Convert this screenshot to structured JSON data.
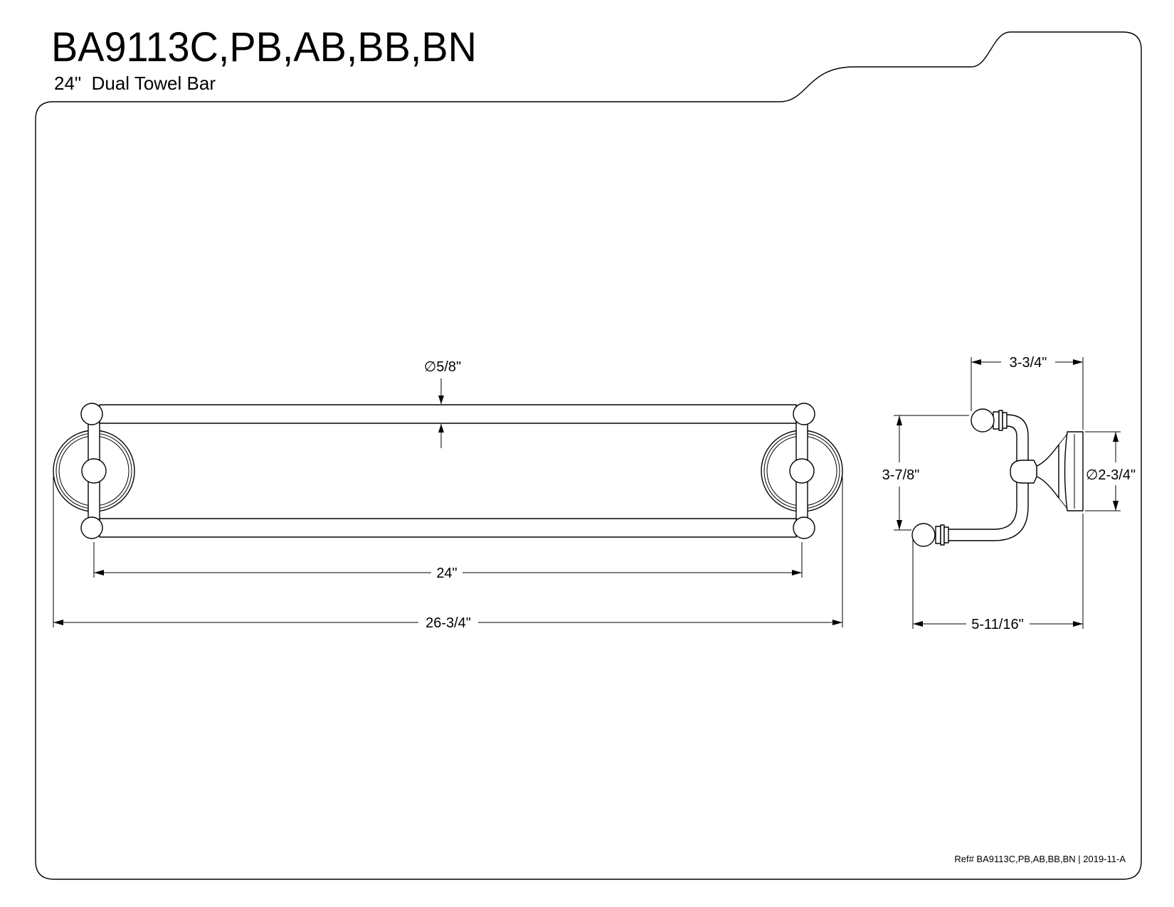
{
  "header": {
    "model": "BA9113C,PB,AB,BB,BN",
    "description": "24\"  Dual Towel Bar"
  },
  "dimensions": {
    "bar_diameter": "∅5/8\"",
    "center_to_center": "24\"",
    "overall_length": "26-3/4\"",
    "projection_top": "3-3/4\"",
    "bar_spacing": "3-7/8\"",
    "flange_diameter": "∅2-3/4\"",
    "projection_bottom": "5-11/16\""
  },
  "footer": {
    "reference": "Ref# BA9113C,PB,AB,BB,BN | 2019-11-A"
  }
}
